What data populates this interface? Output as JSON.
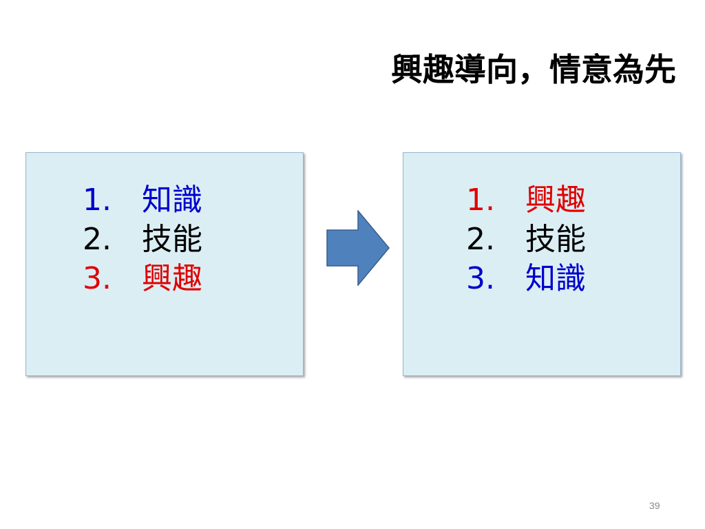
{
  "slide": {
    "title": "興趣導向，情意為先",
    "page_number": "39"
  },
  "left_box": {
    "items": [
      {
        "num": "1.",
        "text": "知識",
        "color": "#0000cc"
      },
      {
        "num": "2.",
        "text": "技能",
        "color": "#000000"
      },
      {
        "num": "3.",
        "text": "興趣",
        "color": "#e00000"
      }
    ]
  },
  "right_box": {
    "items": [
      {
        "num": "1.",
        "text": "興趣",
        "color": "#e00000"
      },
      {
        "num": "2.",
        "text": "技能",
        "color": "#000000"
      },
      {
        "num": "3.",
        "text": "知識",
        "color": "#0000cc"
      }
    ]
  },
  "arrow": {
    "icon": "right-arrow-icon",
    "fill": "#4f81bd",
    "stroke": "#385d8a"
  },
  "colors": {
    "box_fill": "#dbeef4",
    "box_border": "#94b6d2"
  }
}
